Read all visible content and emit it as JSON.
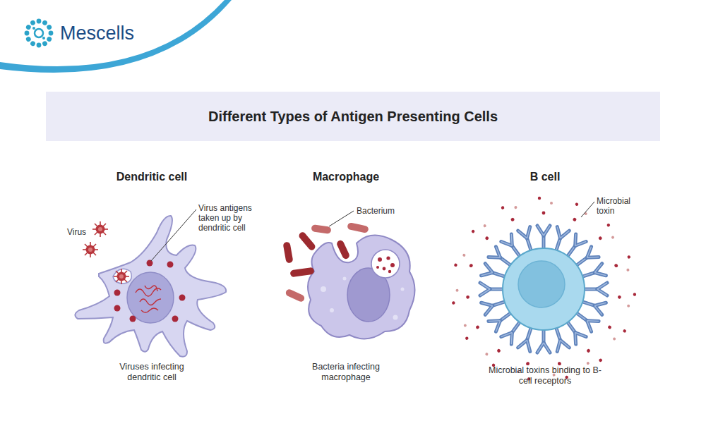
{
  "diagram": {
    "title": "Different Types of Antigen Presenting Cells",
    "nodes": [
      {
        "text": [
          "Dendritic cell",
          "Viruses infecting dendritic cell"
        ]
      },
      {
        "text": [
          "Macrophage",
          "Bacteria infecting macrophage"
        ]
      },
      {
        "text": [
          "B cell",
          "Microbial toxins binding to B-cell receptors"
        ]
      }
    ],
    "labels": [
      "Mescells",
      "Virus",
      "Virus antigens taken up by dendritic cell",
      "Bacterium",
      "Microbial toxin"
    ]
  }
}
